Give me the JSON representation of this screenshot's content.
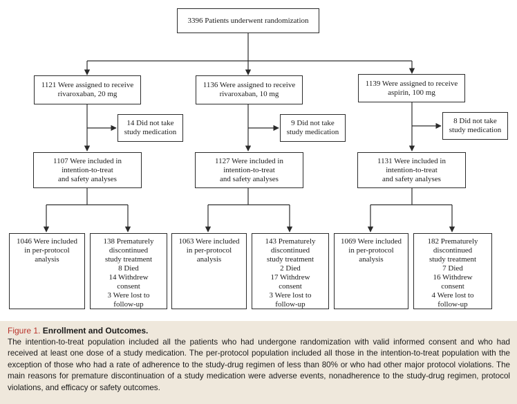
{
  "flow": {
    "randomized": "3396 Patients underwent randomization",
    "arms": [
      {
        "assigned": "1121 Were assigned to receive\nrivaroxaban, 20 mg",
        "not_taken": "14 Did not take\nstudy medication",
        "itt": "1107 Were included in\nintention-to-treat\nand safety analyses",
        "per_protocol": "1046 Were included\nin per-protocol\nanalysis",
        "discontinued": {
          "head": "138 Prematurely\ndiscontinued\nstudy treatment",
          "died": "8 Died",
          "withdrew": "14 Withdrew\nconsent",
          "lost": "3 Were lost to\nfollow-up"
        }
      },
      {
        "assigned": "1136 Were assigned to receive\nrivaroxaban, 10 mg",
        "not_taken": "9 Did not take\nstudy medication",
        "itt": "1127 Were included in\nintention-to-treat\nand safety analyses",
        "per_protocol": "1063 Were included\nin per-protocol\nanalysis",
        "discontinued": {
          "head": "143 Prematurely\ndiscontinued\nstudy treatment",
          "died": "2 Died",
          "withdrew": "17 Withdrew\nconsent",
          "lost": "3 Were lost to\nfollow-up"
        }
      },
      {
        "assigned": "1139 Were assigned to receive\naspirin, 100 mg",
        "not_taken": "8 Did not take\nstudy medication",
        "itt": "1131 Were included in\nintention-to-treat\nand safety analyses",
        "per_protocol": "1069 Were included\nin per-protocol\nanalysis",
        "discontinued": {
          "head": "182 Prematurely\ndiscontinued\nstudy treatment",
          "died": "7 Died",
          "withdrew": "16 Withdrew\nconsent",
          "lost": "4 Were lost to\nfollow-up"
        }
      }
    ]
  },
  "caption": {
    "label": "Figure 1.",
    "title": "Enrollment and Outcomes.",
    "text": "The intention-to-treat population included all the patients who had undergone randomization with valid informed consent and who had received at least one dose of a study medication. The per-protocol population included all those in the intention-to-treat population with the exception of those who had a rate of adherence to the study-drug regimen of less than 80% or who had other major protocol violations. The main reasons for premature discontinuation of a study medication were adverse events, nonadherence to the study-drug regimen, protocol violations, and efficacy or safety outcomes."
  },
  "colors": {
    "caption_background": "#efe8dc",
    "figure_label": "#b8322a",
    "line": "#2a2a2a"
  }
}
